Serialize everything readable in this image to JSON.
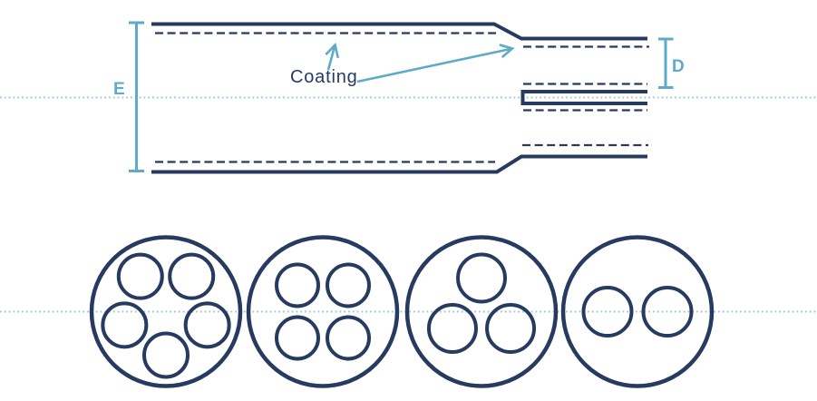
{
  "diagram": {
    "labels": {
      "coating": "Coating",
      "dimension_overall": "E",
      "dimension_end": "D"
    },
    "colors": {
      "navy": "#273a60",
      "teal": "#5dabc8",
      "centerline_blue": "#a3cbdd",
      "background": "#ffffff"
    },
    "side_view": {
      "description": "jacketed tube stepping down to smaller coated end with protruding inner tube",
      "coating_layers_shown_as": "dashed lines",
      "centerline_shown_as": "dotted line"
    },
    "cross_sections": [
      {
        "name": "five-tube-bundle",
        "tube_count": 5,
        "arrangement": "pentagon"
      },
      {
        "name": "four-tube-bundle",
        "tube_count": 4,
        "arrangement": "square"
      },
      {
        "name": "three-tube-bundle",
        "tube_count": 3,
        "arrangement": "triangle"
      },
      {
        "name": "two-tube-bundle",
        "tube_count": 2,
        "arrangement": "row"
      }
    ]
  }
}
